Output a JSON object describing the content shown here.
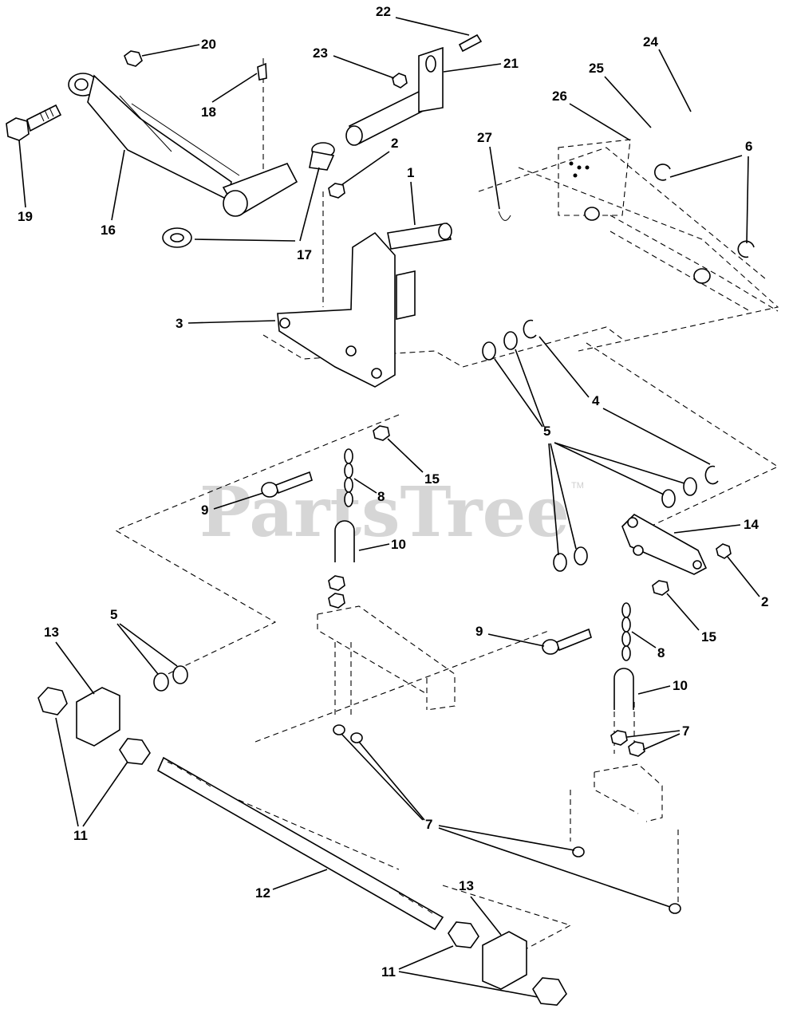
{
  "watermark": {
    "text": "PartsTree",
    "trademark": "TM"
  },
  "callouts": {
    "c1": "1",
    "c2a": "2",
    "c2b": "2",
    "c3": "3",
    "c4": "4",
    "c5a": "5",
    "c5b": "5",
    "c6": "6",
    "c7a": "7",
    "c7b": "7",
    "c8a": "8",
    "c8b": "8",
    "c9a": "9",
    "c9b": "9",
    "c10a": "10",
    "c10b": "10",
    "c11a": "11",
    "c11b": "11",
    "c12": "12",
    "c13a": "13",
    "c13b": "13",
    "c14": "14",
    "c15a": "15",
    "c15b": "15",
    "c16": "16",
    "c17": "17",
    "c18": "18",
    "c19": "19",
    "c20": "20",
    "c21": "21",
    "c22": "22",
    "c23": "23",
    "c24": "24",
    "c25": "25",
    "c26": "26",
    "c27": "27"
  }
}
